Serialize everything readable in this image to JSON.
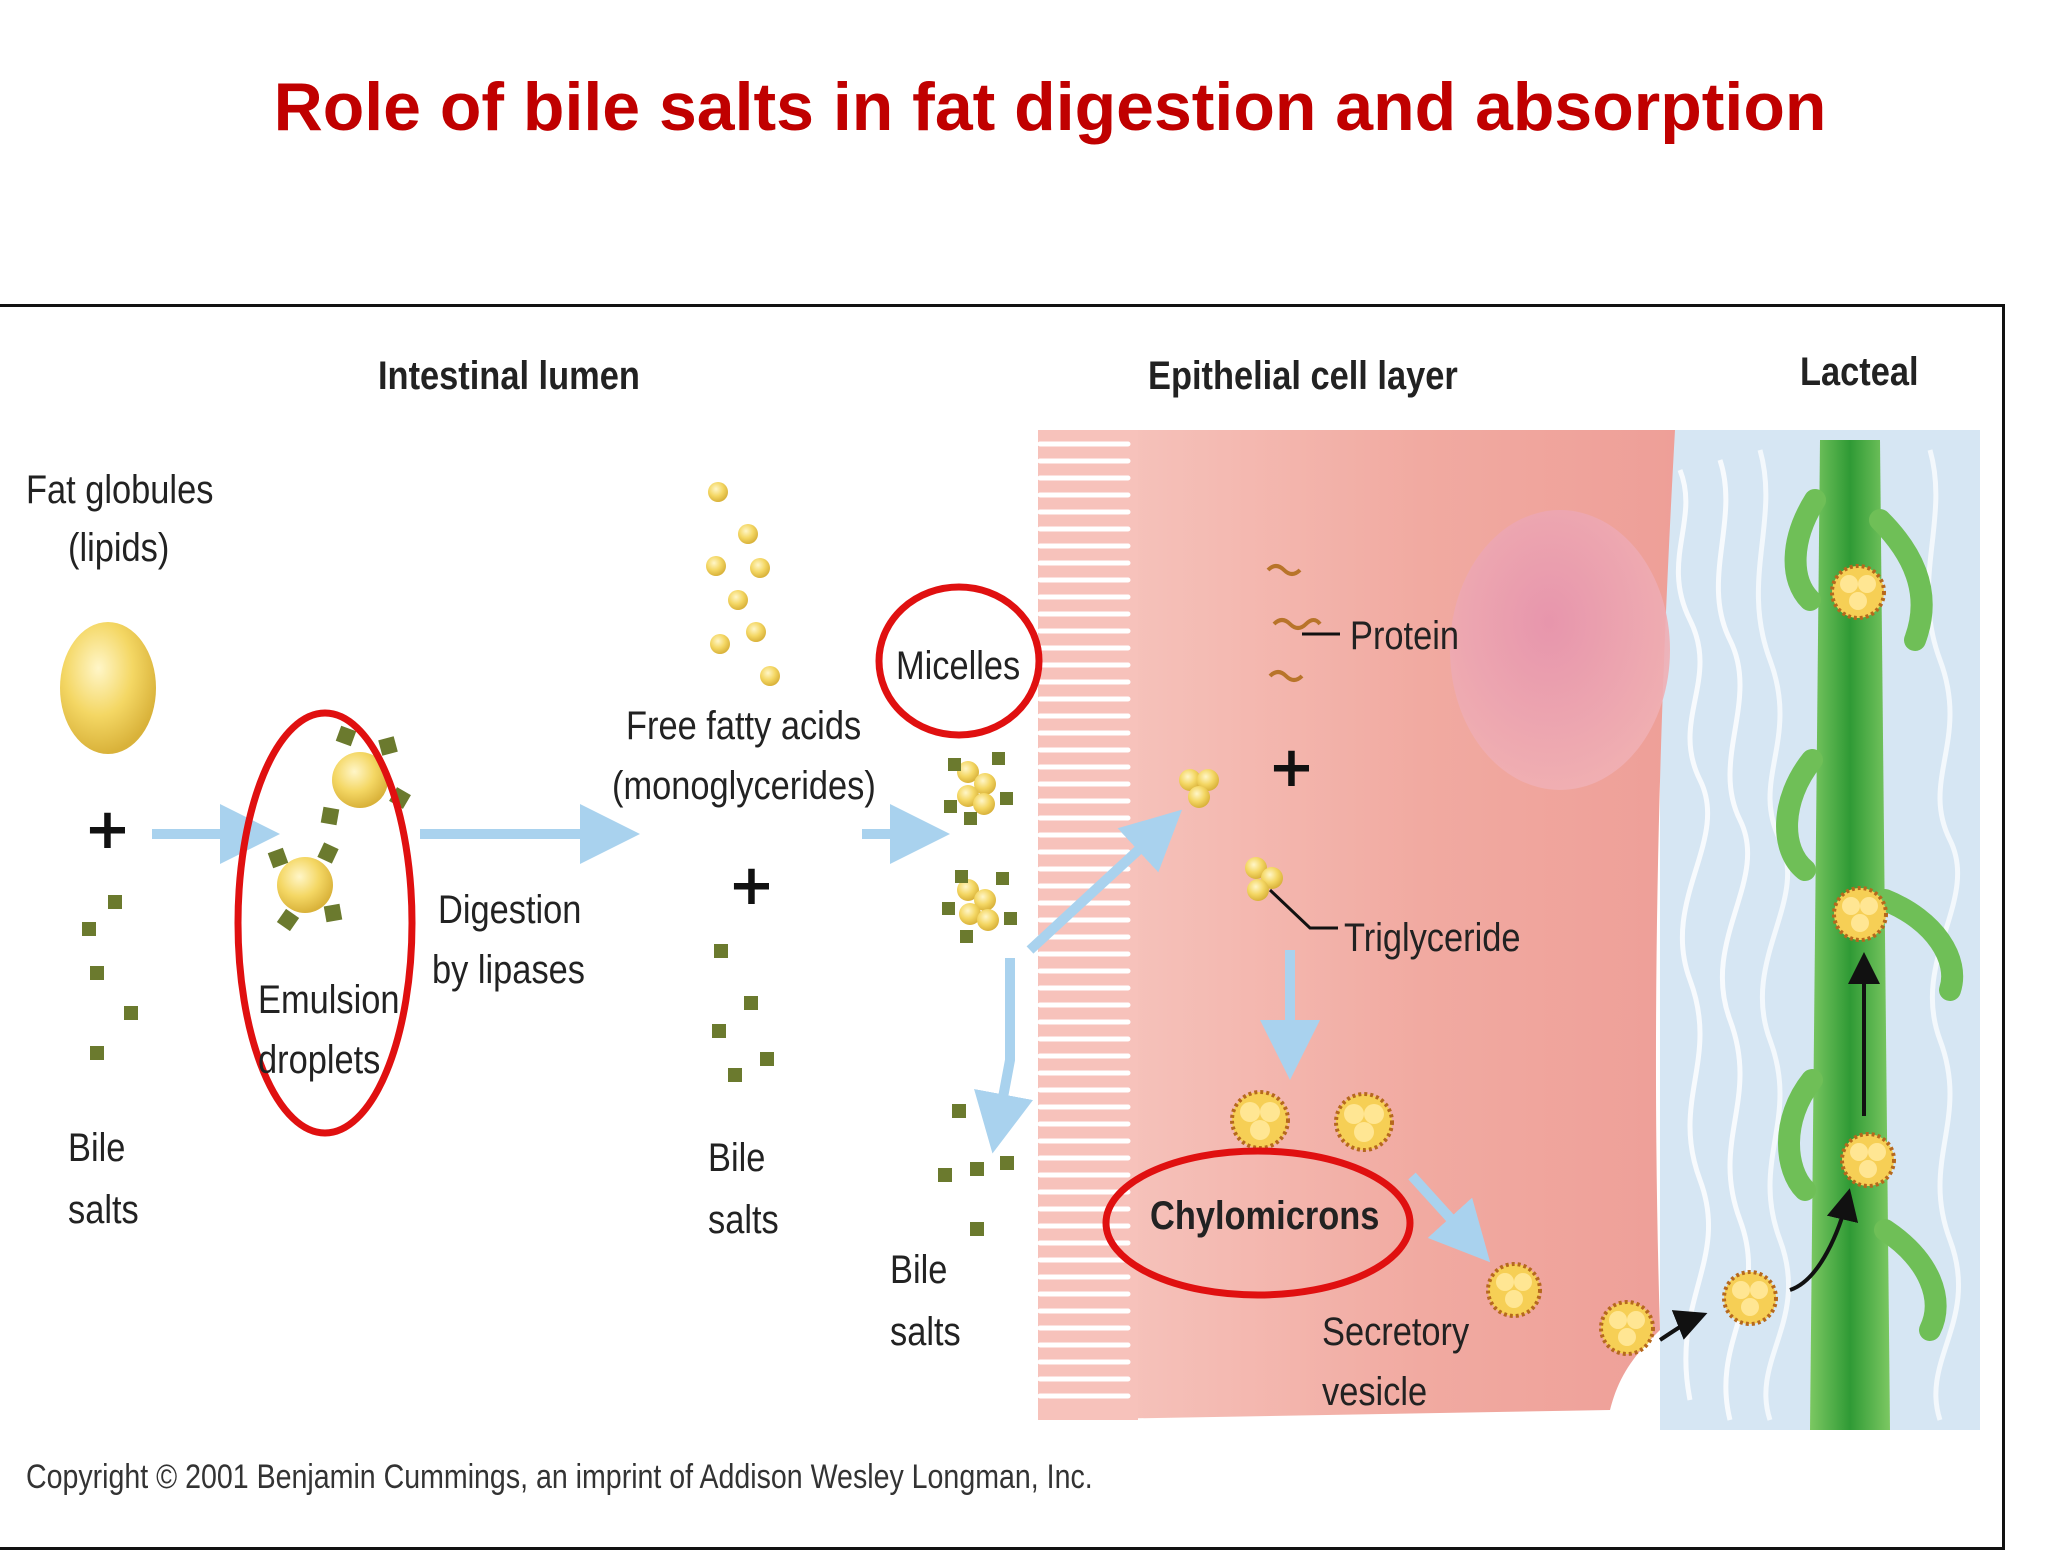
{
  "title": "Role of bile salts in fat digestion and absorption",
  "headers": {
    "intestinal_lumen": "Intestinal lumen",
    "epithelial": "Epithelial cell layer",
    "lacteal": "Lacteal"
  },
  "labels": {
    "fat_globules_1": "Fat globules",
    "fat_globules_2": "(lipids)",
    "plus": "+",
    "bile_salts_1": "Bile",
    "bile_salts_2": "salts",
    "emulsion_1": "Emulsion",
    "emulsion_2": "droplets",
    "digestion_1": "Digestion",
    "digestion_2": "by lipases",
    "ffa_1": "Free fatty acids",
    "ffa_2": "(monoglycerides)",
    "micelles": "Micelles",
    "protein": "Protein",
    "triglyceride": "Triglyceride",
    "chylomicrons": "Chylomicrons",
    "secretory_1": "Secretory",
    "secretory_2": "vesicle"
  },
  "highlights": [
    "Emulsion droplets",
    "Micelles",
    "Chylomicrons"
  ],
  "colors": {
    "title": "#c00000",
    "highlight_ring": "#e01010",
    "arrow": "#a9d2ee",
    "bile_salt": "#6b7a2e",
    "lipid": "#f2d35a",
    "cell": "#f0a8a0",
    "lacteal": "#3ea63a"
  },
  "copyright": "Copyright © 2001 Benjamin Cummings, an imprint of Addison Wesley Longman, Inc."
}
